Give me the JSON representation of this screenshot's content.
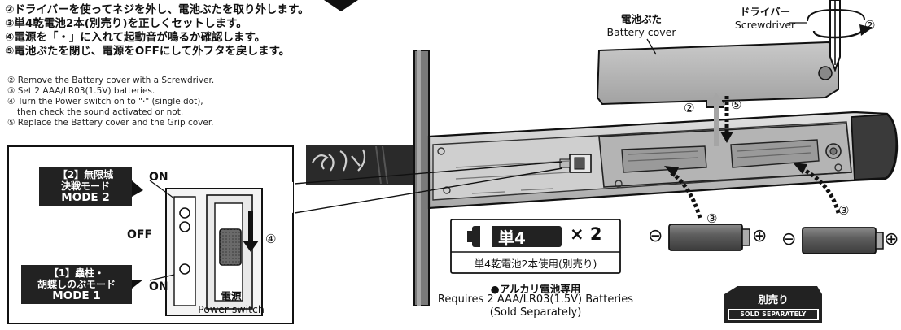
{
  "instructions_jp": [
    "②ドライバーを使ってネジを外し、電池ぶたを取り外します。",
    "③単4乾電池2本(別売り)を正しくセットします。",
    "④電源を「・」に入れて起動音が鳴るか確認します。",
    "⑤電池ぶたを閉じ、電源をOFFにして外フタを戻します。"
  ],
  "instructions_en": [
    "② Remove the Battery cover with a Screwdriver.",
    "③ Set 2 AAA/LR03(1.5V) batteries.",
    "④ Turn the Power switch on to \"·\" (single dot),",
    "then check the sound activated or not.",
    "⑤ Replace the Battery cover and the Grip cover."
  ],
  "battery_cover": {
    "jp": "電池ぶた",
    "en": "Battery cover"
  },
  "screwdriver": {
    "jp": "ドライバー",
    "en": "Screwdriver"
  },
  "step_markers": {
    "two": "②",
    "three": "③",
    "four": "④",
    "five": "⑤"
  },
  "switch_panel": {
    "mode2_line1": "【2】無限城",
    "mode2_line2": "決戦モード",
    "mode2_line3": "MODE 2",
    "mode1_line1": "【1】蟲柱・",
    "mode1_line2": "胡蝶しのぶモード",
    "mode1_line3": "MODE 1",
    "on_top": "ON",
    "off": "OFF",
    "on_bottom": "ON",
    "power_jp": "電源",
    "power_en": "Power switch"
  },
  "battery_info": {
    "type_label": "単4",
    "multiplier": "× 2",
    "usage_jp": "単4乾電池2本使用(別売り)",
    "alkaline_only": "●アルカリ電池専用",
    "requires_en_line1": "Requires 2 AAA/LR03(1.5V) Batteries",
    "requires_en_line2": "(Sold Separately)"
  },
  "sold_separately": {
    "jp": "別売り",
    "en": "SOLD SEPARATELY"
  },
  "polarity": {
    "minus": "⊖",
    "plus": "⊕"
  },
  "colors": {
    "ink": "#111111",
    "metal_light": "#d7d7d7",
    "metal_mid": "#b5b5b5",
    "metal_dark": "#8d8d8d",
    "badge_dark": "#222222"
  }
}
